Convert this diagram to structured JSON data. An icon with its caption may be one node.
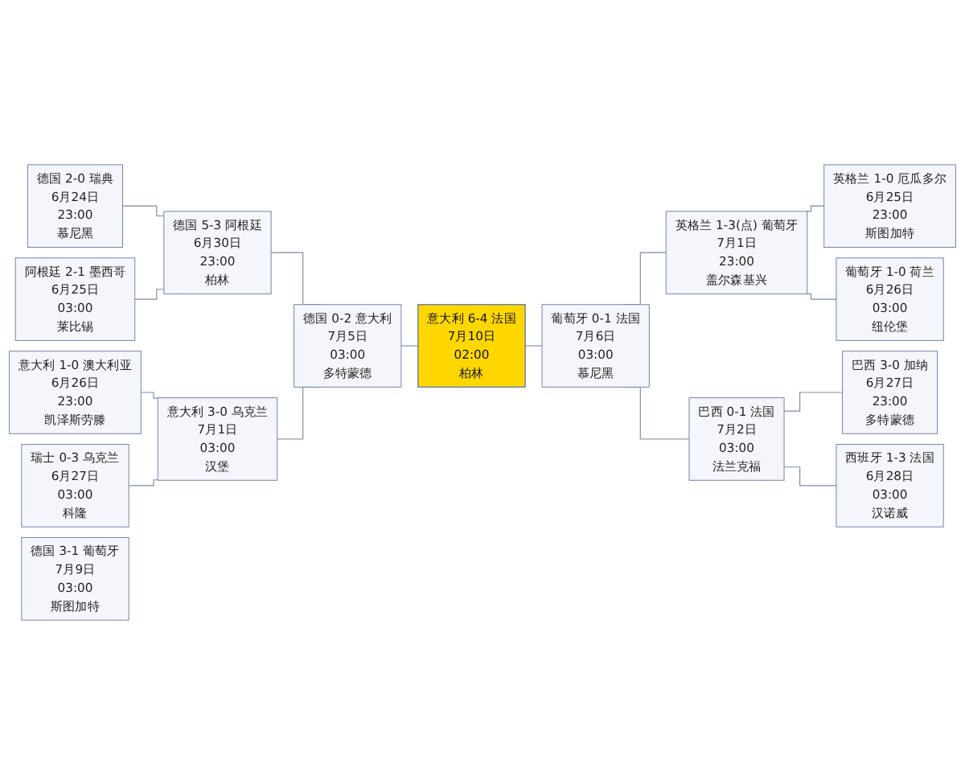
{
  "diagram": {
    "nodes": [
      {
        "text": [
          "德国 2-0 瑞典",
          "6月24日",
          "23:00",
          "慕尼黑"
        ]
      },
      {
        "text": [
          "德国 5-3 阿根廷",
          "6月30日",
          "23:00",
          "柏林"
        ]
      },
      {
        "text": [
          "阿根廷 2-1 墨西哥",
          "6月25日",
          "03:00",
          "莱比锡"
        ]
      },
      {
        "text": [
          "意大利 1-0 澳大利亚",
          "6月26日",
          "23:00",
          "凯泽斯劳滕"
        ]
      },
      {
        "text": [
          "意大利 3-0 乌克兰",
          "7月1日",
          "03:00",
          "汉堡"
        ]
      },
      {
        "text": [
          "瑞士 0-3 乌克兰",
          "6月27日",
          "03:00",
          "科隆"
        ]
      },
      {
        "text": [
          "葡萄牙 0-1 法国",
          "7月6日",
          "03:00",
          "慕尼黑"
        ]
      },
      {
        "text": [
          "意大利 6-4 法国",
          "7月10日",
          "02:00",
          "柏林"
        ]
      },
      {
        "text": [
          "德国 0-2 意大利",
          "7月5日",
          "03:00",
          "多特蒙德"
        ]
      },
      {
        "text": [
          "德国 3-1 葡萄牙",
          "7月9日",
          "03:00",
          "斯图加特"
        ]
      },
      {
        "text": [
          "英格兰 1-0 厄瓜多尔",
          "6月25日",
          "23:00",
          "斯图加特"
        ]
      },
      {
        "text": [
          "英格兰 1-3(点) 葡萄牙",
          "7月1日",
          "23:00",
          "盖尔森基兴"
        ]
      },
      {
        "text": [
          "葡萄牙 1-0 荷兰",
          "6月26日",
          "03:00",
          "纽伦堡"
        ]
      },
      {
        "text": [
          "巴西 3-0 加纳",
          "6月27日",
          "23:00",
          "多特蒙德"
        ]
      },
      {
        "text": [
          "巴西 0-1 法国",
          "7月2日",
          "03:00",
          "法兰克福"
        ]
      },
      {
        "text": [
          "西班牙 1-3 法国",
          "6月28日",
          "03:00",
          "汉诺威"
        ]
      }
    ],
    "edges": [
      {
        "from": 0,
        "to": 1,
        "arrow": "none"
      },
      {
        "from": 2,
        "to": 1,
        "arrow": "none"
      },
      {
        "from": 3,
        "to": 4,
        "arrow": "none"
      },
      {
        "from": 5,
        "to": 4,
        "arrow": "none"
      },
      {
        "from": 1,
        "to": 8,
        "arrow": "none"
      },
      {
        "from": 4,
        "to": 8,
        "arrow": "none"
      },
      {
        "from": 8,
        "to": 7,
        "arrow": "none"
      },
      {
        "from": 7,
        "to": 6,
        "arrow": "none"
      },
      {
        "from": 6,
        "to": 11,
        "arrow": "none"
      },
      {
        "from": 6,
        "to": 14,
        "arrow": "none"
      },
      {
        "from": 11,
        "to": 10,
        "arrow": "none"
      },
      {
        "from": 11,
        "to": 12,
        "arrow": "none"
      },
      {
        "from": 14,
        "to": 13,
        "arrow": "none"
      },
      {
        "from": 14,
        "to": 15,
        "arrow": "none"
      }
    ]
  }
}
